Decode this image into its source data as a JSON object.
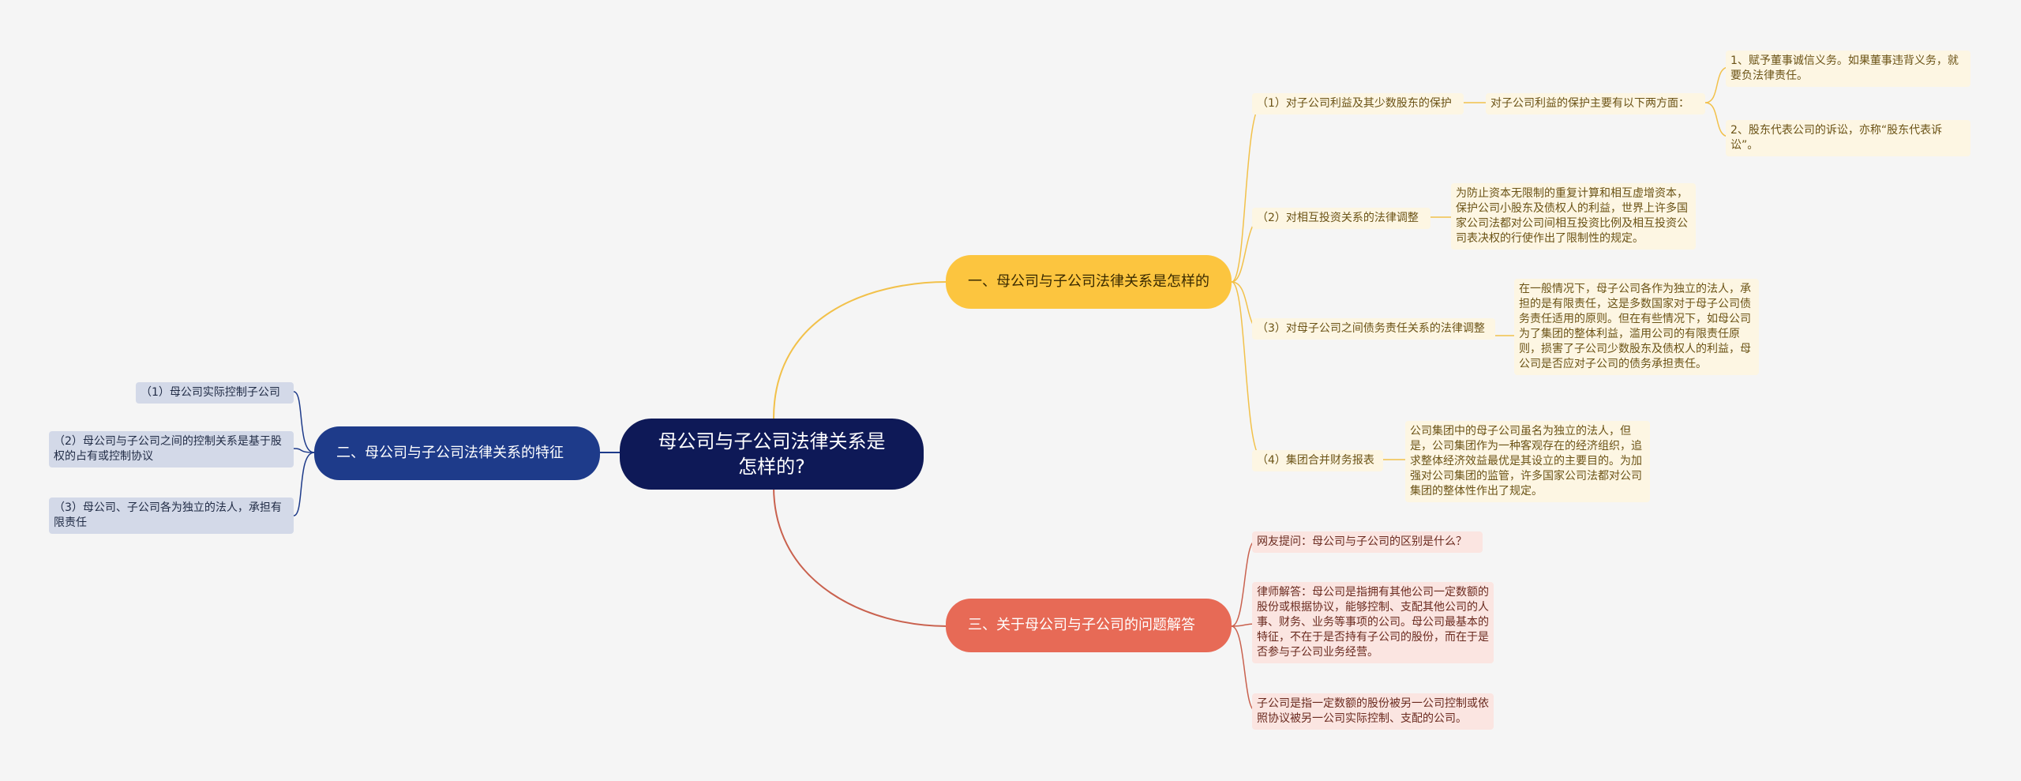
{
  "colors": {
    "background": "#f5f5f5",
    "root": "#0e1957",
    "branch_yellow": "#fcc53f",
    "branch_blue": "#1e3b8a",
    "branch_red": "#e76a56",
    "leaf_yellow": "#fdf6e3",
    "leaf_blue": "#d3d9e8",
    "leaf_red": "#fbe5e1"
  },
  "root": {
    "title": "母公司与子公司法律关系是怎样的?"
  },
  "branch1": {
    "title": "一、母公司与子公司法律关系是怎样的",
    "items": [
      {
        "label": "（1）对子公司利益及其少数股东的保护"
      },
      {
        "label": "（2）对相互投资关系的法律调整"
      },
      {
        "label": "（3）对母子公司之间债务责任关系的法律调整"
      },
      {
        "label": "（4）集团合并财务报表"
      }
    ],
    "item1_detail": "对子公司利益的保护主要有以下两方面：",
    "item1_points": [
      "1、赋予董事诚信义务。如果董事违背义务，就要负法律责任。",
      "2、股东代表公司的诉讼，亦称“股东代表诉讼”。"
    ],
    "item2_detail": "为防止资本无限制的重复计算和相互虚增资本，保护公司小股东及债权人的利益，世界上许多国家公司法都对公司间相互投资比例及相互投资公司表决权的行使作出了限制性的规定。",
    "item3_detail": "在一般情况下，母子公司各作为独立的法人，承担的是有限责任，这是多数国家对于母子公司债务责任适用的原则。但在有些情况下，如母公司为了集团的整体利益，滥用公司的有限责任原则，损害了子公司少数股东及债权人的利益，母公司是否应对子公司的债务承担责任。",
    "item4_detail": "公司集团中的母子公司虽名为独立的法人，但是，公司集团作为一种客观存在的经济组织，追求整体经济效益最优是其设立的主要目的。为加强对公司集团的监管，许多国家公司法都对公司集团的整体性作出了规定。"
  },
  "branch2": {
    "title": "二、母公司与子公司法律关系的特征",
    "items": [
      {
        "label": "（1）母公司实际控制子公司"
      },
      {
        "label": "（2）母公司与子公司之间的控制关系是基于股权的占有或控制协议"
      },
      {
        "label": "（3）母公司、子公司各为独立的法人，承担有限责任"
      }
    ]
  },
  "branch3": {
    "title": "三、关于母公司与子公司的问题解答",
    "items": [
      {
        "label": "网友提问：母公司与子公司的区别是什么？"
      },
      {
        "label": "律师解答：母公司是指拥有其他公司一定数额的股份或根据协议，能够控制、支配其他公司的人事、财务、业务等事项的公司。母公司最基本的特征，不在于是否持有子公司的股份，而在于是否参与子公司业务经营。"
      },
      {
        "label": "子公司是指一定数额的股份被另一公司控制或依照协议被另一公司实际控制、支配的公司。"
      }
    ]
  }
}
